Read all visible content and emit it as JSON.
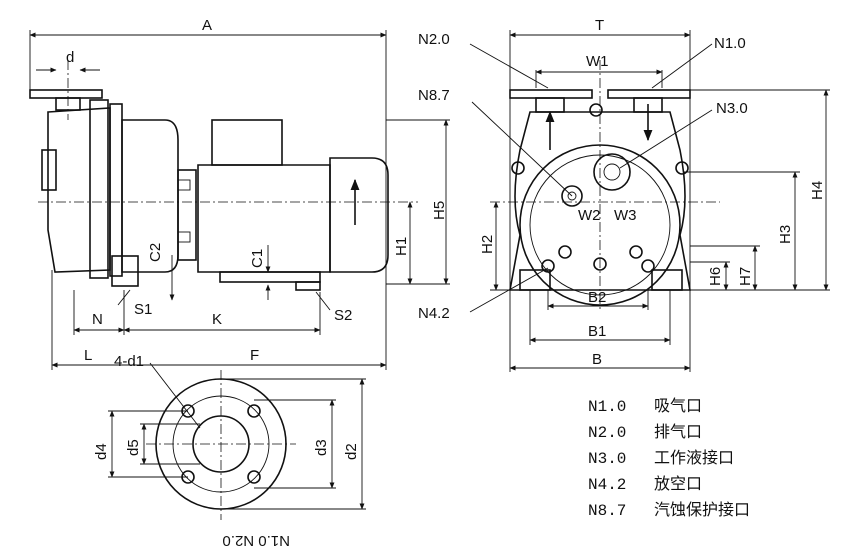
{
  "dimension_labels": {
    "A": "A",
    "d": "d",
    "T": "T",
    "W1": "W1",
    "N2_0": "N2.0",
    "N1_0": "N1.0",
    "N8_7": "N8.7",
    "N3_0": "N3.0",
    "H5": "H5",
    "H4": "H4",
    "H3": "H3",
    "H2": "H2",
    "H1": "H1",
    "C2": "C2",
    "C1": "C1",
    "W2": "W2",
    "W3": "W3",
    "H6": "H6",
    "H7": "H7",
    "N": "N",
    "S1": "S1",
    "K": "K",
    "S2": "S2",
    "N4_2": "N4.2",
    "B2": "B2",
    "B1": "B1",
    "B": "B",
    "L": "L",
    "F": "F",
    "holes": "4-d1",
    "d4": "d4",
    "d5": "d5",
    "d3": "d3",
    "d2": "d2",
    "flange_caption": "N1.0 N2.0"
  },
  "legend": [
    {
      "code": "N1.0",
      "text": "吸气口"
    },
    {
      "code": "N2.0",
      "text": "排气口"
    },
    {
      "code": "N3.0",
      "text": "工作液接口"
    },
    {
      "code": "N4.2",
      "text": "放空口"
    },
    {
      "code": "N8.7",
      "text": "汽蚀保护接口"
    }
  ]
}
